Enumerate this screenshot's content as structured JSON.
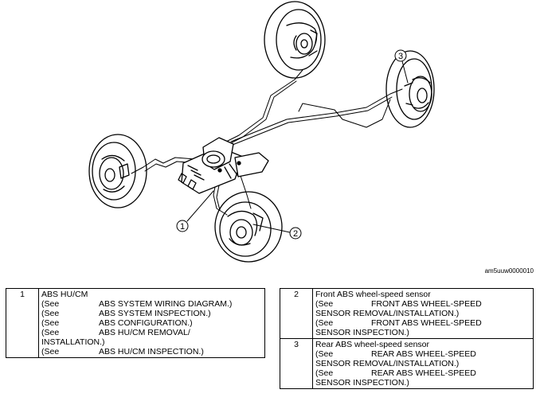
{
  "figure_id": "am5uuw0000010",
  "callouts": [
    "1",
    "2",
    "3"
  ],
  "legend": [
    {
      "num": "1",
      "title": "ABS HU/CM",
      "refs": [
        {
          "prefix": "(See",
          "text": "ABS SYSTEM WIRING DIAGRAM.)"
        },
        {
          "prefix": "(See",
          "text": "ABS SYSTEM INSPECTION.)"
        },
        {
          "prefix": "(See",
          "text": "ABS CONFIGURATION.)"
        },
        {
          "prefix": "(See",
          "text": "ABS HU/CM REMOVAL/",
          "cont": "INSTALLATION.)"
        },
        {
          "prefix": "(See",
          "text": "ABS HU/CM INSPECTION.)"
        }
      ]
    },
    {
      "num": "2",
      "title": "Front ABS wheel-speed sensor",
      "refs": [
        {
          "prefix": "(See",
          "text": "FRONT ABS WHEEL-SPEED",
          "cont": "SENSOR REMOVAL/INSTALLATION.)"
        },
        {
          "prefix": "(See",
          "text": "FRONT ABS WHEEL-SPEED",
          "cont": "SENSOR INSPECTION.)"
        }
      ]
    },
    {
      "num": "3",
      "title": "Rear ABS wheel-speed sensor",
      "refs": [
        {
          "prefix": "(See",
          "text": "REAR ABS WHEEL-SPEED",
          "cont": "SENSOR REMOVAL/INSTALLATION.)"
        },
        {
          "prefix": "(See",
          "text": "REAR ABS WHEEL-SPEED",
          "cont": "SENSOR INSPECTION.)"
        }
      ]
    }
  ]
}
